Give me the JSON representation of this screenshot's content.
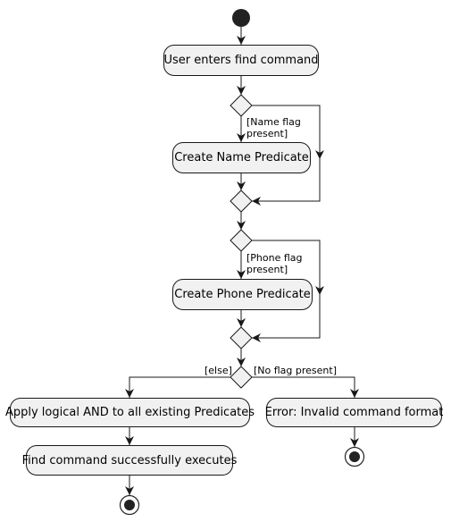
{
  "nodes": {
    "user_enters": "User enters find command",
    "create_name": "Create Name Predicate",
    "create_phone": "Create Phone Predicate",
    "apply_and": "Apply logical AND to all existing Predicates",
    "find_executes": "Find command successfully executes",
    "error": "Error: Invalid command format"
  },
  "guards": {
    "name_flag_line1": "[Name flag",
    "name_flag_line2": "present]",
    "phone_flag_line1": "[Phone flag",
    "phone_flag_line2": "present]",
    "else": "[else]",
    "no_flag": "[No flag present]"
  }
}
